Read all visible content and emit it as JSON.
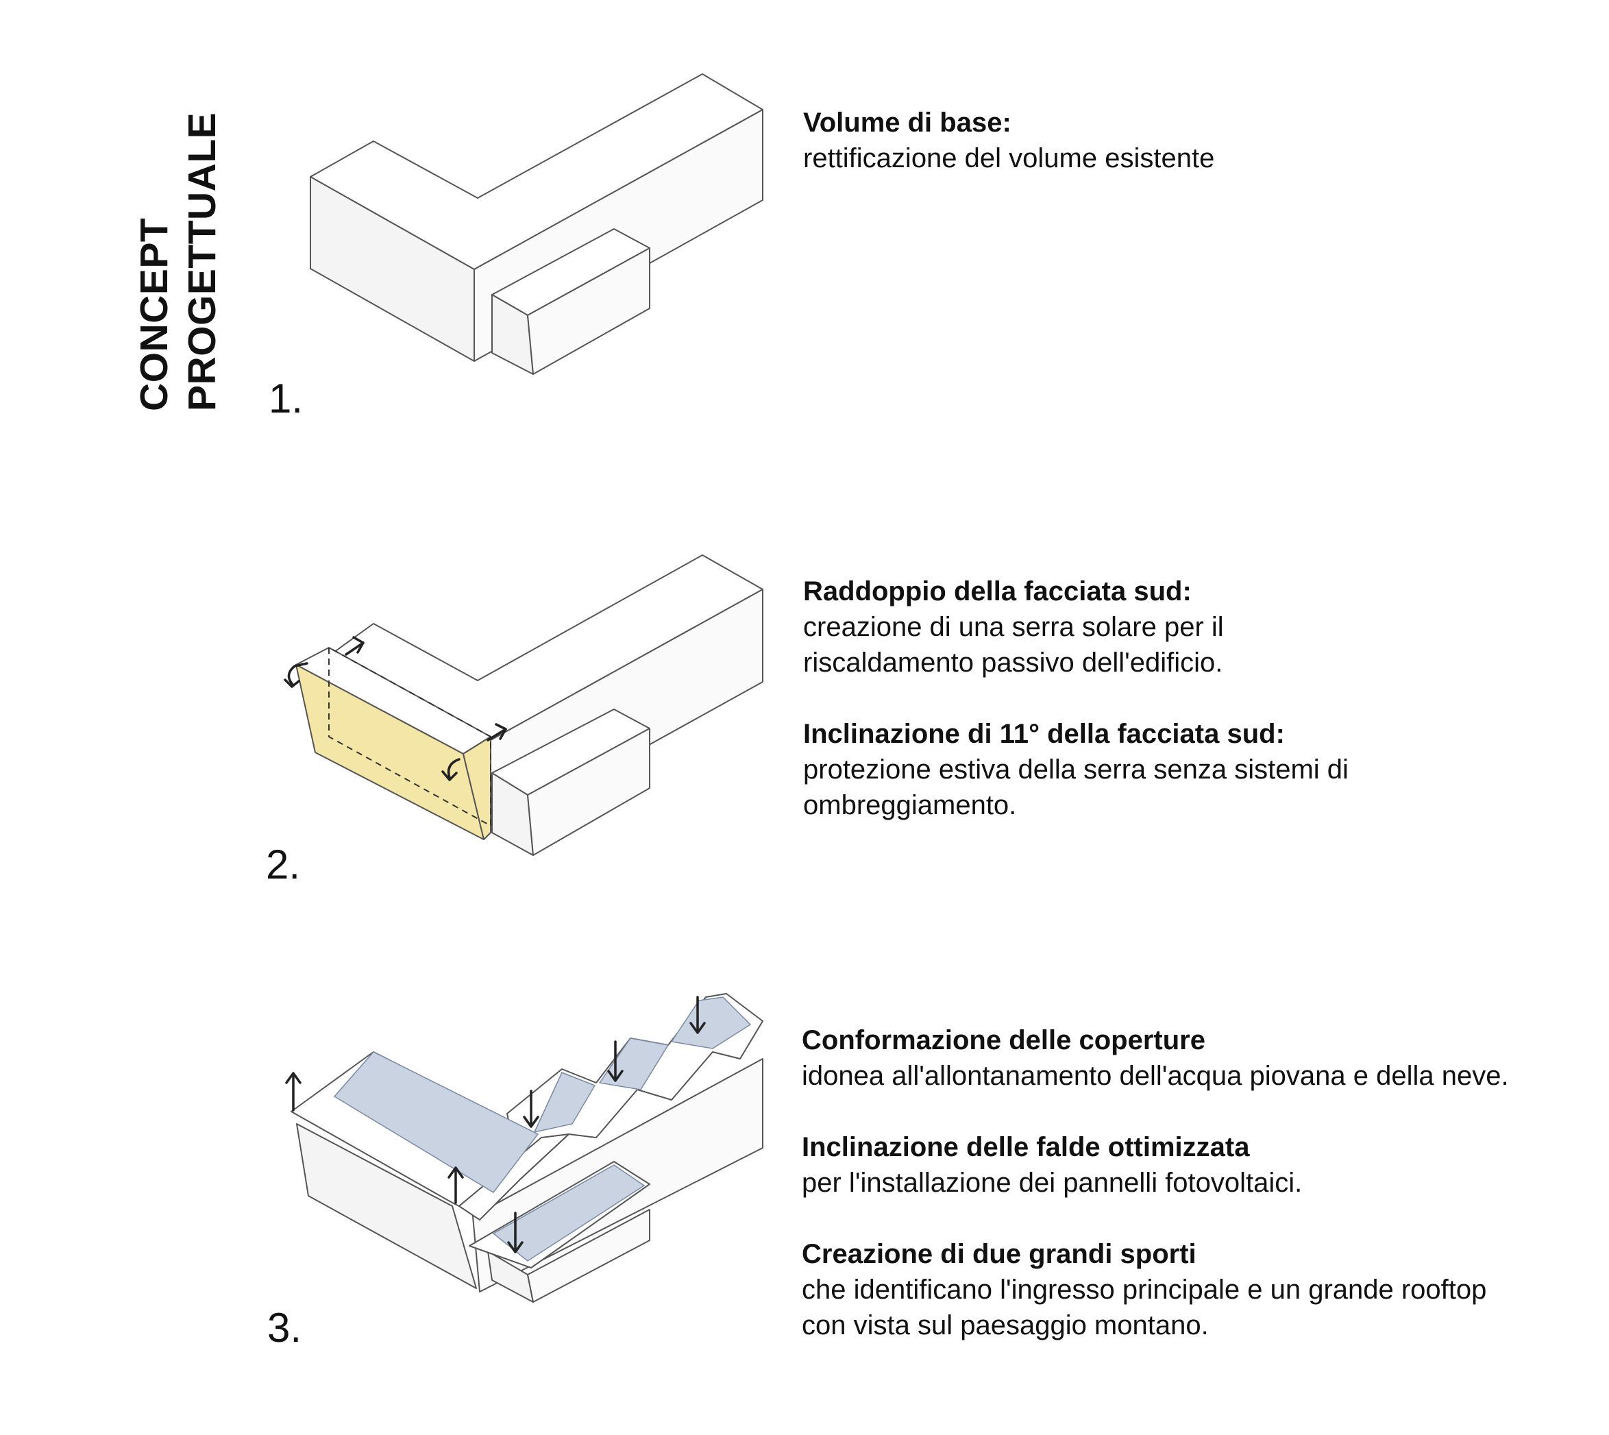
{
  "title": {
    "line1": "CONCEPT",
    "line2": "PROGETTUALE"
  },
  "steps": [
    {
      "number": "1.",
      "paragraphs": [
        {
          "heading": "Volume di base:",
          "lines": [
            "rettificazione del volume esistente"
          ]
        }
      ]
    },
    {
      "number": "2.",
      "paragraphs": [
        {
          "heading": "Raddoppio della facciata sud:",
          "lines": [
            "creazione di una serra solare per il",
            "riscaldamento passivo dell'edificio."
          ]
        },
        {
          "heading": "Inclinazione di 11° della facciata sud:",
          "lines": [
            "protezione estiva della serra senza sistemi di",
            "ombreggiamento."
          ]
        }
      ]
    },
    {
      "number": "3.",
      "paragraphs": [
        {
          "heading": "Conformazione delle coperture",
          "lines": [
            "idonea all'allontanamento dell'acqua piovana e della neve."
          ]
        },
        {
          "heading": "Inclinazione delle falde ottimizzata",
          "lines": [
            "per l'installazione dei pannelli fotovoltaici."
          ]
        },
        {
          "heading": "Creazione di due grandi sporti",
          "lines": [
            "che identificano l'ingresso principale e un grande rooftop",
            "con vista sul paesaggio montano."
          ]
        }
      ]
    }
  ],
  "colors": {
    "serra": "#f3e6a6",
    "pv_panel": "#c9d3e2",
    "outline": "#555555"
  }
}
